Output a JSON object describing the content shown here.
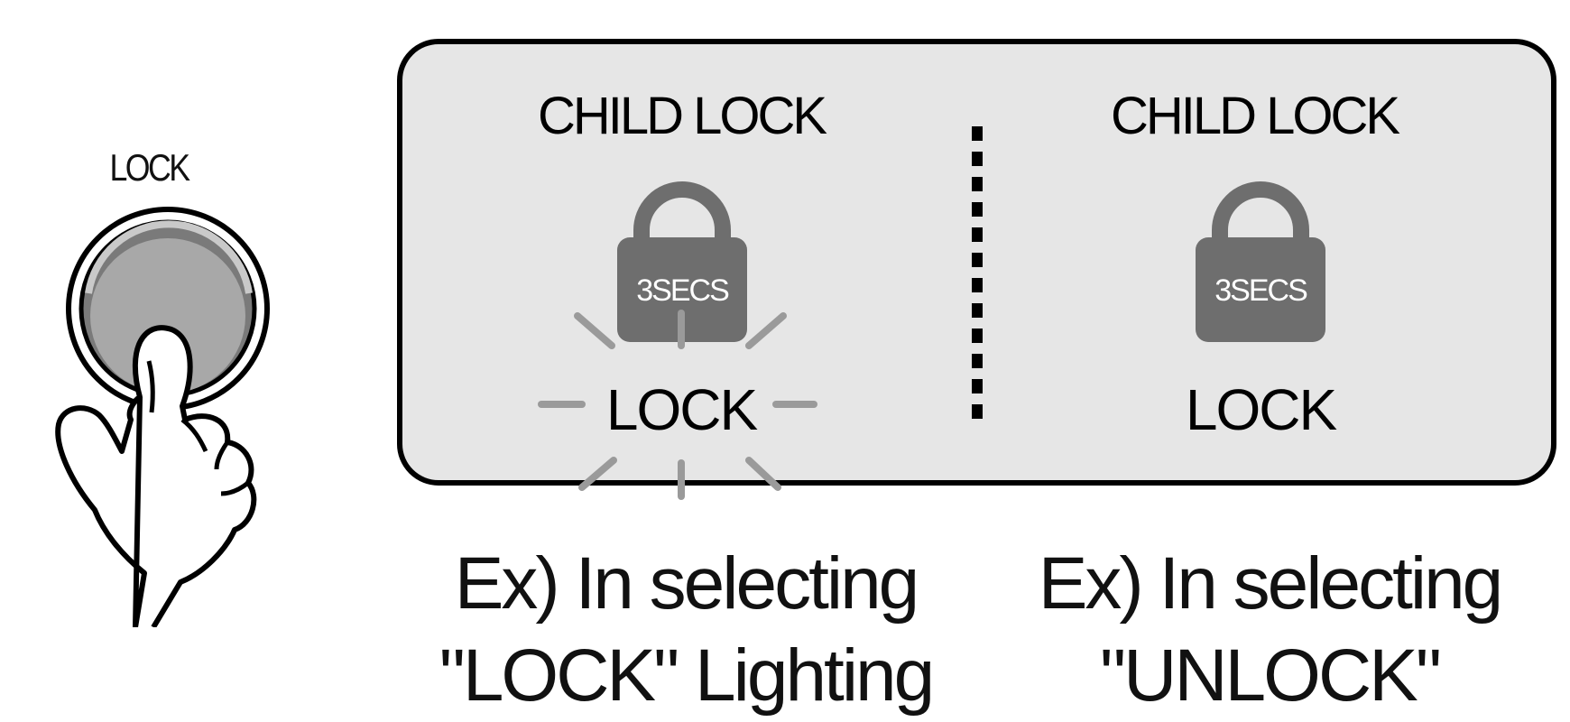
{
  "button": {
    "label": "LOCK",
    "icon": "lock-button-icon",
    "hand_icon": "pointing-hand-icon"
  },
  "panel": {
    "left": {
      "title": "CHILD LOCK",
      "padlock_text": "3SECS",
      "lock_label": "LOCK",
      "state": "lighting"
    },
    "right": {
      "title": "CHILD LOCK",
      "padlock_text": "3SECS",
      "lock_label": "LOCK",
      "state": "unlit"
    }
  },
  "captions": {
    "left": {
      "line1": "Ex) In selecting",
      "line2": "\"LOCK\" Lighting"
    },
    "right": {
      "line1": "Ex) In selecting",
      "line2": "\"UNLOCK\""
    }
  },
  "colors": {
    "panel_bg": "#e6e6e6",
    "padlock": "#6e6e6e",
    "button_fill": "#a8a8a8",
    "ray": "#9a9a9a"
  }
}
